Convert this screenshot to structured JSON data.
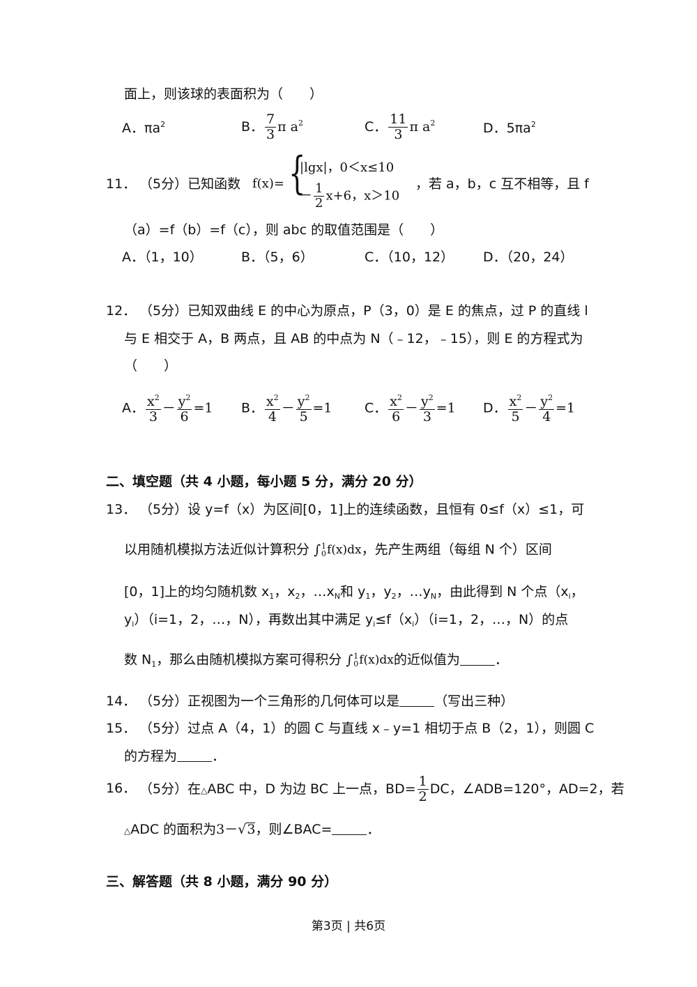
{
  "q10_cont": "面上，则该球的表面积为（　　）",
  "q10": {
    "A_label": "A．",
    "A": "πa",
    "B_label": "B．",
    "B_num": "7",
    "B_den": "3",
    "B_tail": "π a",
    "C_label": "C．",
    "C_num": "11",
    "C_den": "3",
    "C_tail": "π a",
    "D_label": "D．",
    "D": "5πa",
    "sq": "2"
  },
  "q11": {
    "num": "11．",
    "text1": "（5分）已知函数",
    "fx": "f(x)=",
    "case1": "|lgx|，0＜x≤10",
    "case2_num": "1",
    "case2_den": "2",
    "case2_pre": "－",
    "case2_tail": "x+6，x＞10",
    "text2": "，若 a，b，c 互不相等，且 f",
    "text3": "（a）=f（b）=f（c），则 abc 的取值范围是（　　）",
    "A_label": "A．",
    "A": "（1，10）",
    "B_label": "B．",
    "B": "（5，6）",
    "C_label": "C．",
    "C": "（10，12）",
    "D_label": "D．",
    "D": "（20，24）"
  },
  "q12": {
    "num": "12．",
    "text1": "（5分）已知双曲线 E 的中心为原点，P（3，0）是 E 的焦点，过 P 的直线 l",
    "text2": "与 E 相交于 A，B 两点，且 AB 的中点为 N（﹣12，﹣15），则 E 的方程式为",
    "text3": "（　　）",
    "x2": "x",
    "y2": "y",
    "sq": "2",
    "minus": "－",
    "eq": "=1",
    "A_label": "A．",
    "A_a": "3",
    "A_b": "6",
    "B_label": "B．",
    "B_a": "4",
    "B_b": "5",
    "C_label": "C．",
    "C_a": "6",
    "C_b": "3",
    "D_label": "D．",
    "D_a": "5",
    "D_b": "4"
  },
  "section2": "二、填空题（共 4 小题，每小题 5 分，满分 20 分）",
  "q13": {
    "num": "13．",
    "line1": "（5分）设 y=f（x）为区间[0，1]上的连续函数，且恒有 0≤f（x）≤1，可",
    "line2a": "以用随机模拟方法近似计算积分",
    "int_sym": "∫",
    "int_upper": "1",
    "int_lower": "0",
    "int_body": "f(x)dx",
    "line2b": "，先产生两组（每组 N 个）区间",
    "line3a": "[0，1]上的均匀随机数 x",
    "sub1": "1",
    "sub2": "2",
    "subN": "N",
    "subi": "i",
    "line3b": "，x",
    "line3c": "，…x",
    "line3d": "和 y",
    "line3e": "，y",
    "line3f": "，…y",
    "line3g": "，由此得到 N 个点（x",
    "line3h": "，",
    "line4a": "y",
    "line4b": "）（i=1，2，…，N），再数出其中满足 y",
    "line4c": "≤f（x",
    "line4d": "）（i=1，2，…，N）的点",
    "line5a": "数 N",
    "line5b": "，那么由随机模拟方案可得积分",
    "line5c": "的近似值为",
    "line5d": "．"
  },
  "q14": {
    "num": "14．",
    "text": "（5分）正视图为一个三角形的几何体可以是",
    "tail": "（写出三种）"
  },
  "q15": {
    "num": "15．",
    "text1": "（5分）过点 A（4，1）的圆 C 与直线 x﹣y=1 相切于点 B（2，1），则圆 C",
    "text2": "的方程为",
    "tail": "．"
  },
  "q16": {
    "num": "16．",
    "text1a": "（5分）在",
    "tri": "△",
    "text1b": "ABC 中，D 为边 BC 上一点，BD=",
    "frac_num": "1",
    "frac_den": "2",
    "text1c": "DC，∠ADB=120°，AD=2，若",
    "text2a": "ADC 的面积为",
    "area_pre": "3－",
    "area_rad": "3",
    "text2b": "，则∠BAC=",
    "tail": "．"
  },
  "section3": "三、解答题（共 8 小题，满分 90 分）",
  "footer": "第3页 | 共6页"
}
